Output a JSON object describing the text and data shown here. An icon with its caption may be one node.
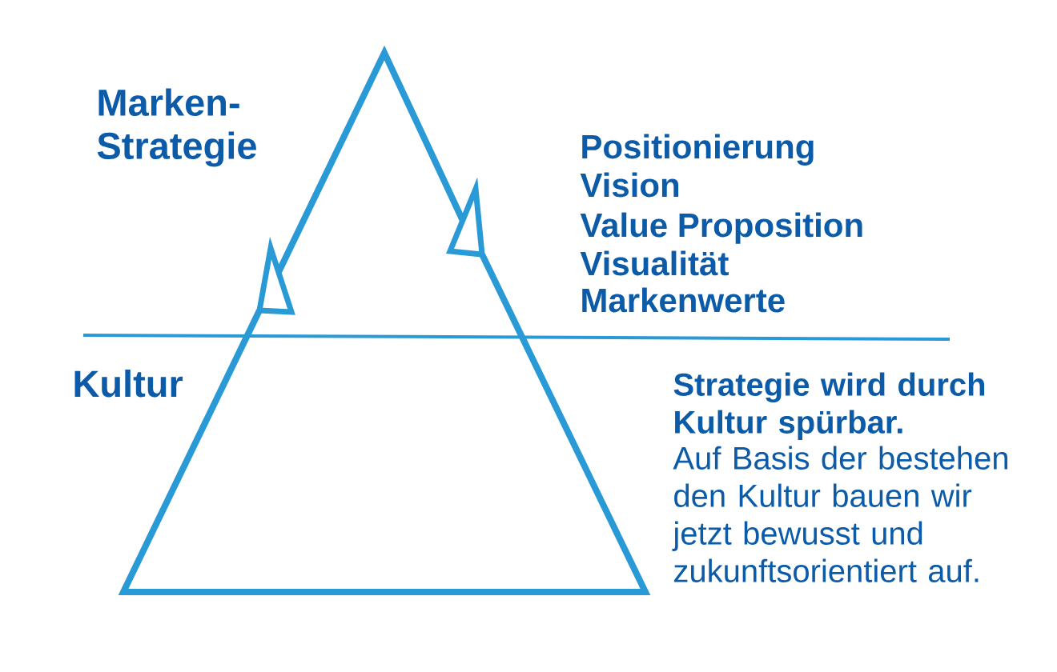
{
  "diagram": {
    "labels": [
      "Marken- Strategie",
      "Positionierung",
      "Vision",
      "Value Proposition",
      "Visualität",
      "Markenwerte",
      "Kultur",
      "Strategie wird durch Kultur spürbar.",
      "Auf Basis der bestehen den Kultur bauen wir jetzt bewusst und zukunftsorientiert auf."
    ]
  }
}
